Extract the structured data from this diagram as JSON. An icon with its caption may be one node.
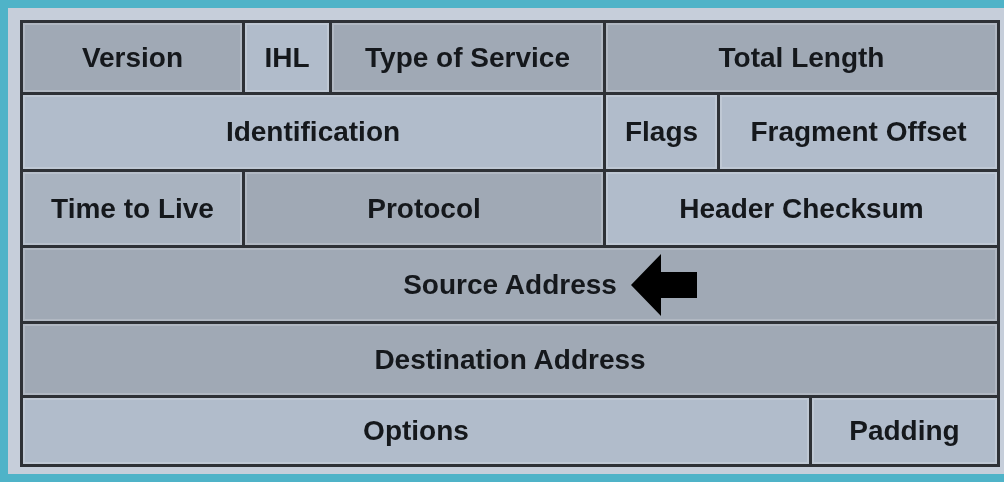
{
  "diagram": {
    "nodes": [
      {
        "text": [
          "Version"
        ]
      },
      {
        "text": [
          "IHL"
        ]
      },
      {
        "text": [
          "Type of Service"
        ]
      },
      {
        "text": [
          "Total Length"
        ]
      },
      {
        "text": [
          "Identification"
        ]
      },
      {
        "text": [
          "Flags"
        ]
      },
      {
        "text": [
          "Fragment Offset"
        ]
      },
      {
        "text": [
          "Time to Live"
        ]
      },
      {
        "text": [
          "Protocol"
        ]
      },
      {
        "text": [
          "Header Checksum"
        ]
      },
      {
        "text": [],
        "shape": "bar"
      },
      {
        "text": [
          "Source Address"
        ],
        "in": 10
      },
      {
        "text": [
          "Destination Address"
        ]
      },
      {
        "text": [
          "Options"
        ]
      },
      {
        "text": [
          "Padding"
        ]
      }
    ],
    "edges": [
      {
        "from": null,
        "to": 11,
        "arrow": "to"
      }
    ]
  }
}
